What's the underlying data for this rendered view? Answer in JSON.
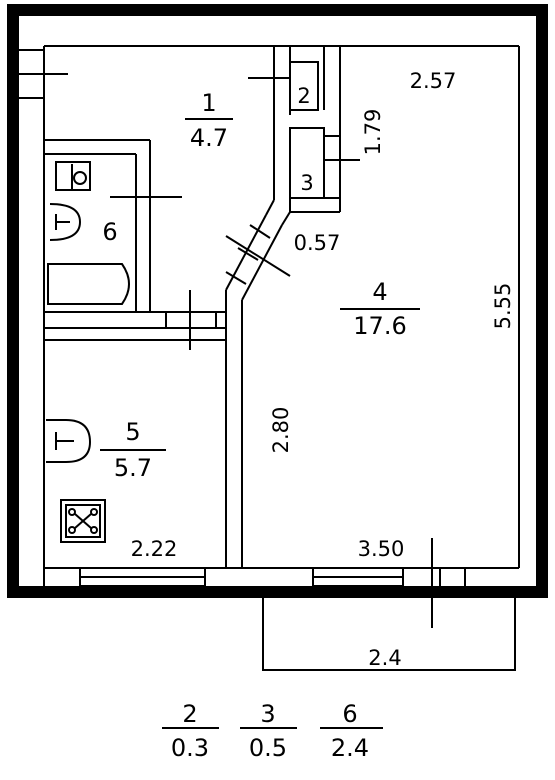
{
  "rooms": [
    {
      "number": "1",
      "area": "4.7"
    },
    {
      "number": "2",
      "area": ""
    },
    {
      "number": "3",
      "area": ""
    },
    {
      "number": "4",
      "area": "17.6"
    },
    {
      "number": "5",
      "area": "5.7"
    },
    {
      "number": "6",
      "area": ""
    }
  ],
  "dimensions": {
    "hall_width": "2.57",
    "closet3_height": "1.79",
    "corridor_width": "0.57",
    "room4_length": "5.55",
    "partition_length": "2.80",
    "kitchen_width": "2.22",
    "room4_width": "3.50",
    "balcony_width": "2.4"
  },
  "legend": [
    {
      "number": "2",
      "area": "0.3"
    },
    {
      "number": "3",
      "area": "0.5"
    },
    {
      "number": "6",
      "area": "2.4"
    }
  ],
  "colors": {
    "line": "#000000",
    "background": "#ffffff"
  }
}
